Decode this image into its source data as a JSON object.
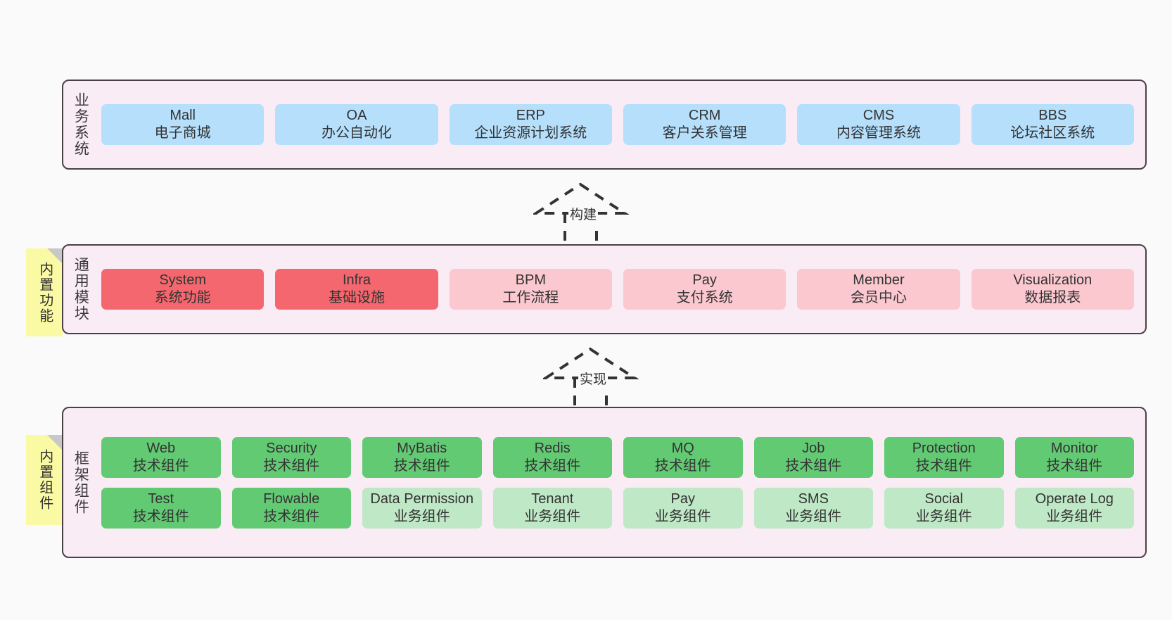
{
  "diagram": {
    "background_color": "#fafafa",
    "panel_color": "#f9ecf5",
    "panel_border_color": "#4a4048",
    "note_color": "#fbfaa4"
  },
  "layers": [
    {
      "id": "business-system",
      "title": "业务系统",
      "cell_color": "#b5dffb",
      "rows": [
        [
          {
            "en": "Mall",
            "cn": "电子商城"
          },
          {
            "en": "OA",
            "cn": "办公自动化"
          },
          {
            "en": "ERP",
            "cn": "企业资源计划系统"
          },
          {
            "en": "CRM",
            "cn": "客户关系管理"
          },
          {
            "en": "CMS",
            "cn": "内容管理系统"
          },
          {
            "en": "BBS",
            "cn": "论坛社区系统"
          }
        ]
      ]
    },
    {
      "id": "common-module",
      "title": "通用模块",
      "note": "内置功能",
      "rows": [
        [
          {
            "en": "System",
            "cn": "系统功能",
            "color": "#f4676e"
          },
          {
            "en": "Infra",
            "cn": "基础设施",
            "color": "#f4676e"
          },
          {
            "en": "BPM",
            "cn": "工作流程",
            "color": "#fbc8d0"
          },
          {
            "en": "Pay",
            "cn": "支付系统",
            "color": "#fbc8d0"
          },
          {
            "en": "Member",
            "cn": "会员中心",
            "color": "#fbc8d0"
          },
          {
            "en": "Visualization",
            "cn": "数据报表",
            "color": "#fbc8d0"
          }
        ]
      ]
    },
    {
      "id": "framework-component",
      "title": "框架组件",
      "note": "内置组件",
      "rows": [
        [
          {
            "en": "Web",
            "cn": "技术组件",
            "color": "#63ca74"
          },
          {
            "en": "Security",
            "cn": "技术组件",
            "color": "#63ca74"
          },
          {
            "en": "MyBatis",
            "cn": "技术组件",
            "color": "#63ca74"
          },
          {
            "en": "Redis",
            "cn": "技术组件",
            "color": "#63ca74"
          },
          {
            "en": "MQ",
            "cn": "技术组件",
            "color": "#63ca74"
          },
          {
            "en": "Job",
            "cn": "技术组件",
            "color": "#63ca74"
          },
          {
            "en": "Protection",
            "cn": "技术组件",
            "color": "#63ca74"
          },
          {
            "en": "Monitor",
            "cn": "技术组件",
            "color": "#63ca74"
          }
        ],
        [
          {
            "en": "Test",
            "cn": "技术组件",
            "color": "#63ca74"
          },
          {
            "en": "Flowable",
            "cn": "技术组件",
            "color": "#63ca74"
          },
          {
            "en": "Data Permission",
            "cn": "业务组件",
            "color": "#bfe8c6"
          },
          {
            "en": "Tenant",
            "cn": "业务组件",
            "color": "#bfe8c6"
          },
          {
            "en": "Pay",
            "cn": "业务组件",
            "color": "#bfe8c6"
          },
          {
            "en": "SMS",
            "cn": "业务组件",
            "color": "#bfe8c6"
          },
          {
            "en": "Social",
            "cn": "业务组件",
            "color": "#bfe8c6"
          },
          {
            "en": "Operate Log",
            "cn": "业务组件",
            "color": "#bfe8c6"
          }
        ]
      ]
    }
  ],
  "connectors": [
    {
      "id": "build",
      "label": "构建"
    },
    {
      "id": "implement",
      "label": "实现"
    }
  ]
}
